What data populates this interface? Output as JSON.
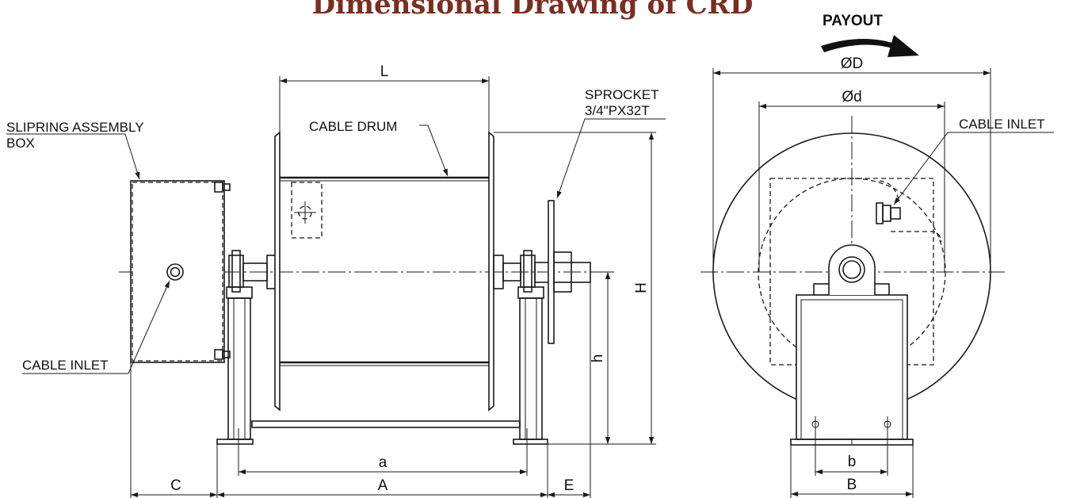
{
  "title": "Dimensional Drawing of CRD",
  "labels": {
    "payout": "PAYOUT",
    "slipring_line1": "SLIPRING ASSEMBLY",
    "slipring_line2": "BOX",
    "cable_drum": "CABLE DRUM",
    "sprocket_line1": "SPROCKET",
    "sprocket_line2": "3/4\"PX32T",
    "cable_inlet_side": "CABLE INLET",
    "cable_inlet_front": "CABLE INLET"
  },
  "dimensions": {
    "L": "L",
    "H": "H",
    "h": "h",
    "a": "a",
    "A": "A",
    "C": "C",
    "E": "E",
    "OD": "ØD",
    "od": "Ød",
    "b": "b",
    "B": "B"
  },
  "colors": {
    "title": "#7a2e22",
    "line": "#1a1a1a"
  }
}
